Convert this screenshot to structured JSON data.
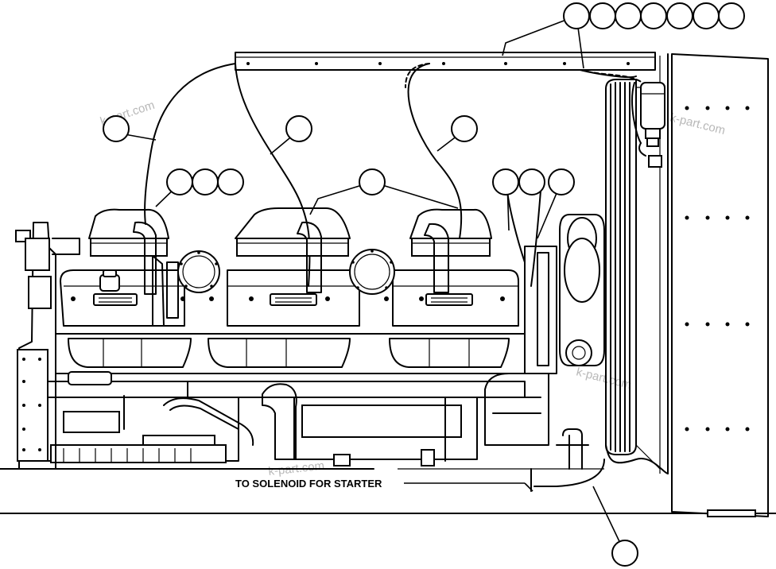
{
  "callout": {
    "text": "TO SOLENOID FOR STARTER"
  },
  "watermark": {
    "text": "k-part.com"
  },
  "balloons": {
    "count": 18,
    "labels": []
  },
  "colors": {
    "ink": "#000000",
    "background": "#ffffff",
    "watermark": "#b8b8b8"
  }
}
